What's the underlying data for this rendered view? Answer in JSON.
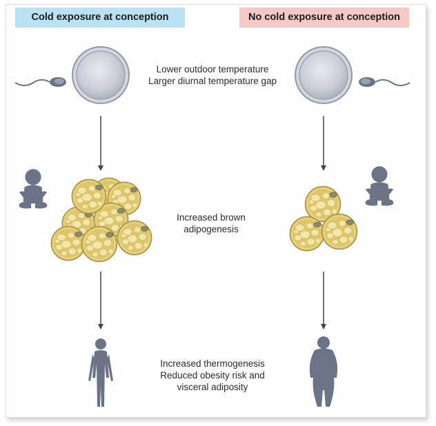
{
  "headers": {
    "left": "Cold exposure at conception",
    "right": "No cold exposure at conception"
  },
  "labels": {
    "top": [
      "Lower outdoor temperature",
      "Larger diurnal temperature gap"
    ],
    "middle": [
      "Increased brown",
      "adipogenesis"
    ],
    "bottom": [
      "Increased thermogenesis",
      "Reduced obesity risk and",
      "visceral adiposity"
    ]
  },
  "colors": {
    "left_header_bg": "#b9e3f2",
    "right_header_bg": "#f6c9c6",
    "figure": "#6b7486",
    "cell_fill": "#dcc56a",
    "arrow": "#3b4250"
  },
  "icons": {
    "egg": "egg-cell-icon",
    "sperm": "sperm-icon",
    "baby": "baby-icon",
    "adult": "adult-figure-icon",
    "fat_cell": "brown-fat-cell-icon"
  }
}
